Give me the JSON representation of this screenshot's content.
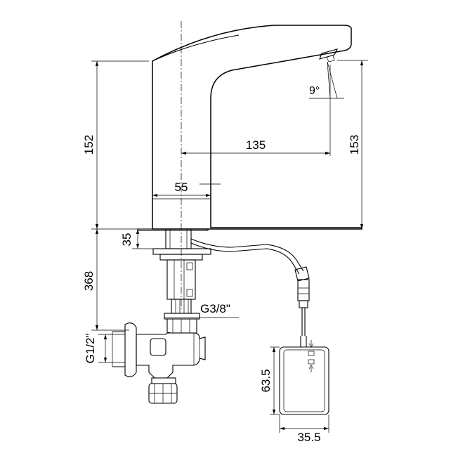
{
  "drawing": {
    "dimensions": {
      "spout_height": "152",
      "outlet_height": "153",
      "reach": "135",
      "base_diameter": "55",
      "outlet_angle": "9°",
      "mount_thickness": "35",
      "shank_length": "368",
      "connection_g38": "G3/8\"",
      "connection_g12": "G1/2\"",
      "box_height": "63.5",
      "box_width": "35.5"
    }
  }
}
